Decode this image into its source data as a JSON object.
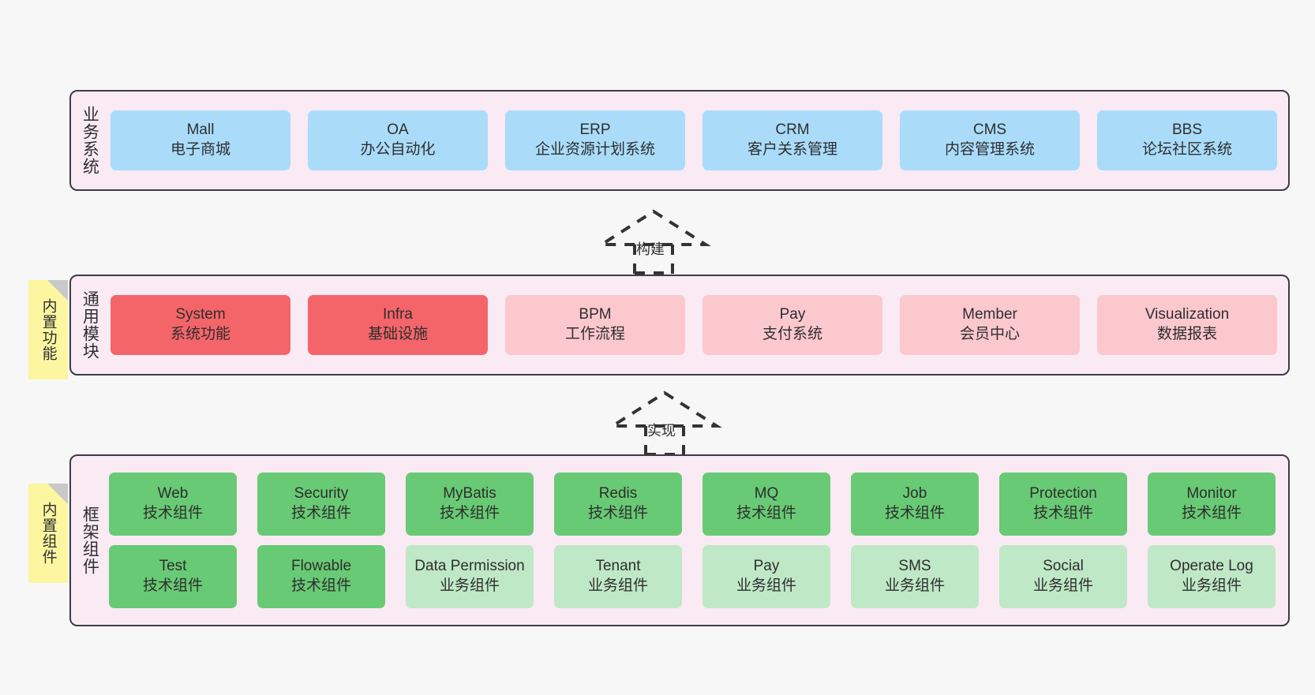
{
  "theme": {
    "background": "#f7f7f7",
    "layer_fill": "#faeaf4",
    "layer_border": "#3d3b47",
    "note_fill": "#fcf6a0",
    "note_fold": "#c9c9c9",
    "blue": "#aadcfa",
    "red": "#f4656a",
    "pink": "#fbc8ce",
    "green": "#68ca74",
    "green_light": "#bfe8c6",
    "text": "#2e2e2e"
  },
  "layers": [
    {
      "id": "business-systems",
      "title": "业务系统",
      "rows": [
        [
          {
            "name": "Mall",
            "desc": "电子商城",
            "color": "blue"
          },
          {
            "name": "OA",
            "desc": "办公自动化",
            "color": "blue"
          },
          {
            "name": "ERP",
            "desc": "企业资源计划系统",
            "color": "blue"
          },
          {
            "name": "CRM",
            "desc": "客户关系管理",
            "color": "blue"
          },
          {
            "name": "CMS",
            "desc": "内容管理系统",
            "color": "blue"
          },
          {
            "name": "BBS",
            "desc": "论坛社区系统",
            "color": "blue"
          }
        ]
      ]
    },
    {
      "id": "common-modules",
      "title": "通用模块",
      "note": "内置功能",
      "rows": [
        [
          {
            "name": "System",
            "desc": "系统功能",
            "color": "red"
          },
          {
            "name": "Infra",
            "desc": "基础设施",
            "color": "red"
          },
          {
            "name": "BPM",
            "desc": "工作流程",
            "color": "pink"
          },
          {
            "name": "Pay",
            "desc": "支付系统",
            "color": "pink"
          },
          {
            "name": "Member",
            "desc": "会员中心",
            "color": "pink"
          },
          {
            "name": "Visualization",
            "desc": "数据报表",
            "color": "pink"
          }
        ]
      ]
    },
    {
      "id": "framework-components",
      "title": "框架组件",
      "note": "内置组件",
      "rows": [
        [
          {
            "name": "Web",
            "desc": "技术组件",
            "color": "green"
          },
          {
            "name": "Security",
            "desc": "技术组件",
            "color": "green"
          },
          {
            "name": "MyBatis",
            "desc": "技术组件",
            "color": "green"
          },
          {
            "name": "Redis",
            "desc": "技术组件",
            "color": "green"
          },
          {
            "name": "MQ",
            "desc": "技术组件",
            "color": "green"
          },
          {
            "name": "Job",
            "desc": "技术组件",
            "color": "green"
          },
          {
            "name": "Protection",
            "desc": "技术组件",
            "color": "green"
          },
          {
            "name": "Monitor",
            "desc": "技术组件",
            "color": "green"
          }
        ],
        [
          {
            "name": "Test",
            "desc": "技术组件",
            "color": "green"
          },
          {
            "name": "Flowable",
            "desc": "技术组件",
            "color": "green"
          },
          {
            "name": "Data Permission",
            "desc": "业务组件",
            "color": "green_light"
          },
          {
            "name": "Tenant",
            "desc": "业务组件",
            "color": "green_light"
          },
          {
            "name": "Pay",
            "desc": "业务组件",
            "color": "green_light"
          },
          {
            "name": "SMS",
            "desc": "业务组件",
            "color": "green_light"
          },
          {
            "name": "Social",
            "desc": "业务组件",
            "color": "green_light"
          },
          {
            "name": "Operate Log",
            "desc": "业务组件",
            "color": "green_light"
          }
        ]
      ]
    }
  ],
  "connectors": [
    {
      "id": "build",
      "label": "构建"
    },
    {
      "id": "implement",
      "label": "实现"
    }
  ]
}
